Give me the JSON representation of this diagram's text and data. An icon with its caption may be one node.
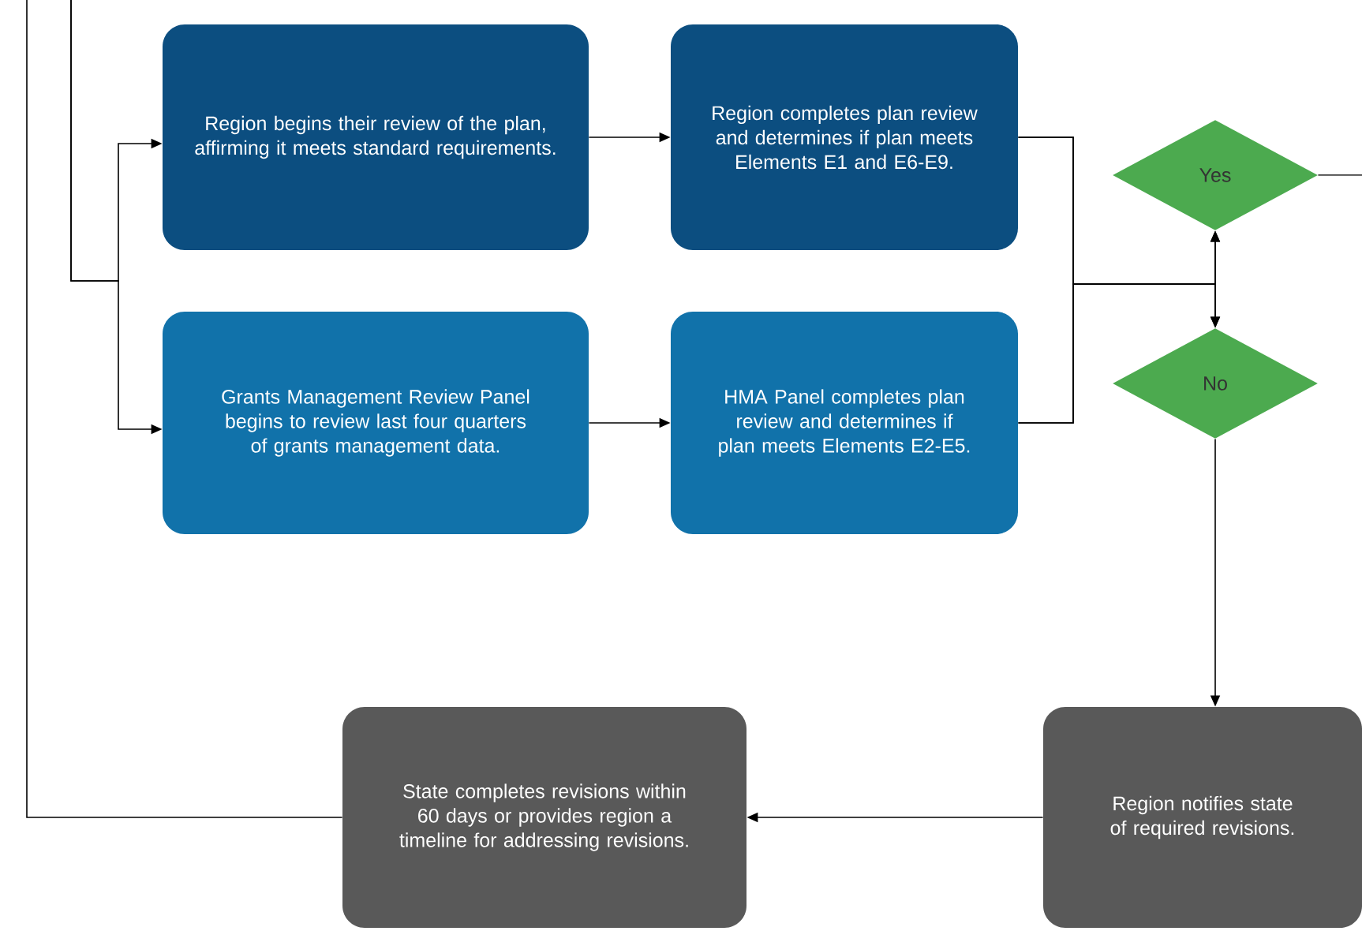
{
  "diagram": {
    "nodes": [
      {
        "text": [
          "Region begins their review of the plan, affirming it meets standard requirements."
        ]
      },
      {
        "text": [
          "Region completes plan review and determines if plan meets Elements E1 and E6-E9."
        ]
      },
      {
        "text": [
          "Grants Management Review Panel begins to review last four quarters of grants management data."
        ]
      },
      {
        "text": [
          "HMA Panel completes plan review and determines if plan meets Elements E2-E5."
        ]
      },
      {
        "text": [
          "Yes"
        ]
      },
      {
        "text": [
          "No"
        ]
      },
      {
        "text": [
          "Region notifies state of required revisions."
        ]
      },
      {
        "text": [
          "State completes revisions within 60 days or provides region a timeline for addressing revisions."
        ]
      }
    ],
    "edges": [
      {
        "from": null,
        "to": 0,
        "arrow": "to"
      },
      {
        "from": null,
        "to": 2,
        "arrow": "to"
      },
      {
        "from": 0,
        "to": 1,
        "arrow": "to"
      },
      {
        "from": 2,
        "to": 3,
        "arrow": "to"
      },
      {
        "from": 1,
        "to": 4,
        "arrow": "to"
      },
      {
        "from": 1,
        "to": 5,
        "arrow": "to"
      },
      {
        "from": 3,
        "to": 4,
        "arrow": "to"
      },
      {
        "from": 3,
        "to": 5,
        "arrow": "to"
      },
      {
        "from": 4,
        "to": null,
        "arrow": "none"
      },
      {
        "from": 5,
        "to": 6,
        "arrow": "to"
      },
      {
        "from": 6,
        "to": 7,
        "arrow": "to"
      },
      {
        "from": 7,
        "to": null,
        "arrow": "none"
      }
    ]
  }
}
